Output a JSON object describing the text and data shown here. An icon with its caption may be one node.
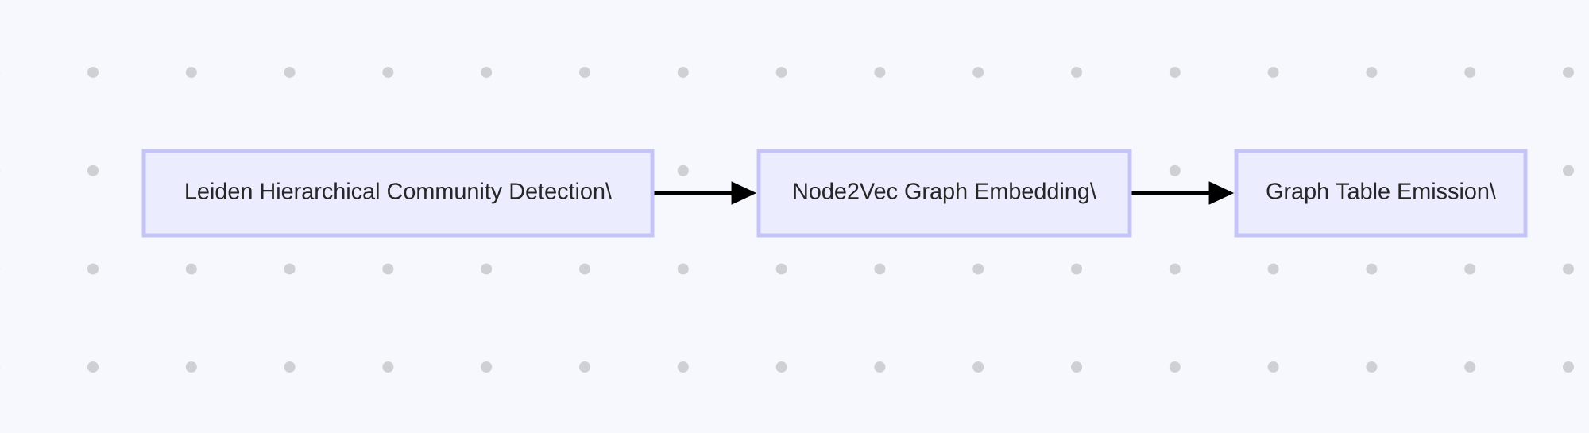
{
  "diagram": {
    "nodes": [
      {
        "text": [
          "Leiden Hierarchical Community Detection\\"
        ]
      },
      {
        "text": [
          "Node2Vec Graph Embedding\\"
        ]
      },
      {
        "text": [
          "Graph Table Emission\\"
        ]
      }
    ],
    "edges": [
      {
        "from": 0,
        "to": 1,
        "arrow": "to"
      },
      {
        "from": 1,
        "to": 2,
        "arrow": "to"
      }
    ]
  }
}
